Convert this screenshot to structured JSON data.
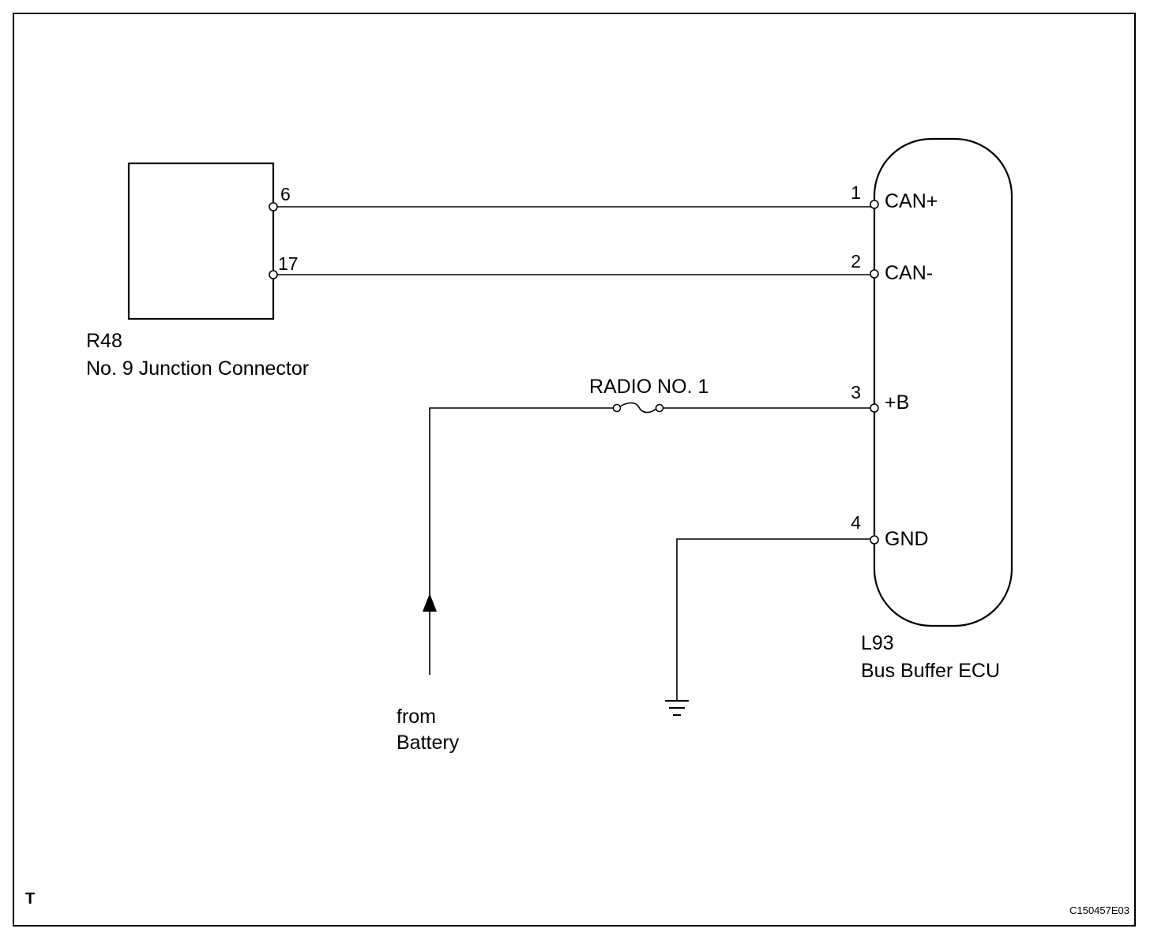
{
  "components": {
    "junction_connector": {
      "code": "R48",
      "name": "No. 9 Junction Connector",
      "pins": [
        "6",
        "17"
      ]
    },
    "bus_buffer_ecu": {
      "code": "L93",
      "name": "Bus Buffer ECU",
      "pins": [
        {
          "number": "1",
          "signal": "CAN+"
        },
        {
          "number": "2",
          "signal": "CAN-"
        },
        {
          "number": "3",
          "signal": "+B"
        },
        {
          "number": "4",
          "signal": "GND"
        }
      ]
    }
  },
  "fuse": {
    "label": "RADIO NO. 1"
  },
  "battery_source": {
    "line1": "from",
    "line2": "Battery"
  },
  "ground": {
    "icon": "ground-icon"
  },
  "corner_mark": "T",
  "figure_id": "C150457E03"
}
